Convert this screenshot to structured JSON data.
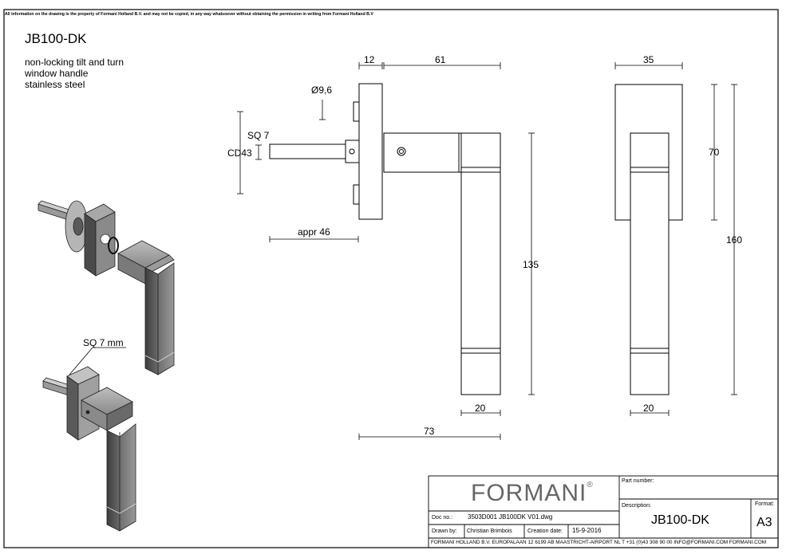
{
  "notice": "All information on the drawing is the property of Formani Holland B.V. and may not be copied, in any way whatsoever without obtaining the permission in writing from Formani Holland B.V",
  "product": {
    "code": "JB100-DK",
    "description_lines": [
      "non-locking tilt and turn",
      "window handle",
      "stainless steel"
    ]
  },
  "dimensions": {
    "rose_thickness": "12",
    "lever_length": "61",
    "spindle_hole_dia": "Ø9,6",
    "spindle_square": "SQ 7",
    "center_distance": "CD43",
    "spindle_length": "appr 46",
    "handle_height": "135",
    "grip_width_side": "20",
    "overall_projection": "73",
    "rose_width": "35",
    "rose_height": "70",
    "overall_height": "160",
    "grip_width_front": "20",
    "iso_spindle_label": "SQ 7 mm"
  },
  "title_block": {
    "brand": "FORMANI",
    "registered": "®",
    "part_number_label": "Part number:",
    "part_number_value": "",
    "description_label": "Description:",
    "description_value": "JB100-DK",
    "format_label": "Format:",
    "format_value": "A3",
    "doc_no_label": "Doc no.:",
    "doc_no_value": "3503D001 JB100DK V01.dwg",
    "drawn_by_label": "Drawn by:",
    "drawn_by_value": "Christian Brimbois",
    "creation_date_label": "Creation date:",
    "creation_date_value": "15-9-2016",
    "footer": "FORMANI HOLLAND B.V.  EUROPALAAN 12  6199 AB MAASTRICHT-AIRPORT NL  T +31 (0)43 308 90 00 INFO@FORMANI.COM FORMANI.COM"
  }
}
